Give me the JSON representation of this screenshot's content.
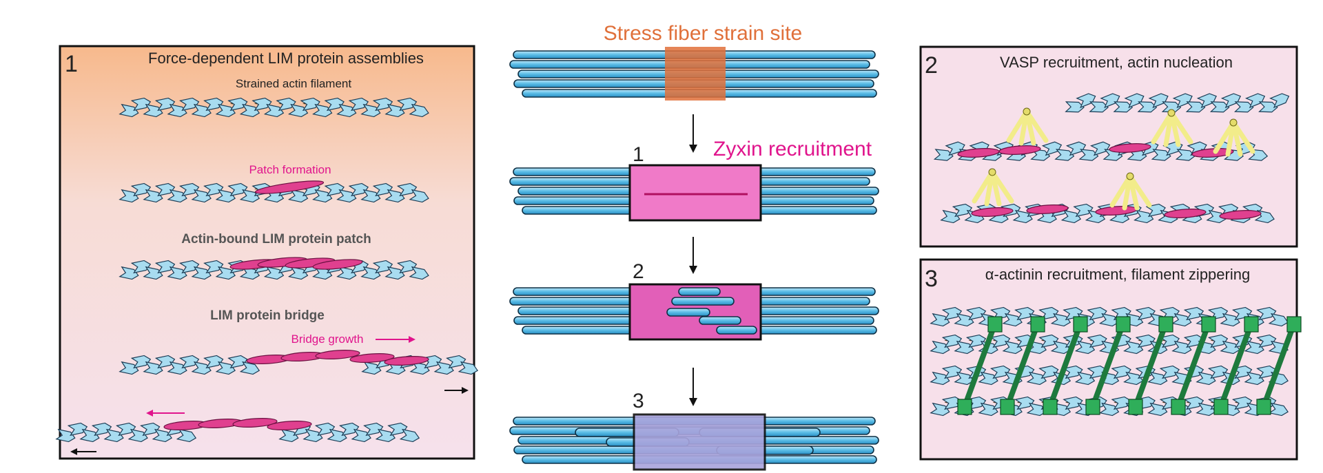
{
  "center": {
    "title": "Stress fiber strain site",
    "zyxin_label": "Zyxin recruitment",
    "step1": "1",
    "step2": "2",
    "step3": "3"
  },
  "panel1": {
    "number": "1",
    "title": "Force-dependent LIM protein assemblies",
    "strained": "Strained actin filament",
    "patch_formation": "Patch formation",
    "lim_patch": "Actin-bound LIM protein patch",
    "lim_bridge": "LIM protein bridge",
    "bridge_growth": "Bridge growth"
  },
  "panel2": {
    "number": "2",
    "title": "VASP recruitment, actin nucleation"
  },
  "panel3": {
    "number": "3",
    "title": "α-actinin recruitment, filament zippering"
  },
  "colors": {
    "actin": "#a8dcf0",
    "actin_dark": "#3aa6d6",
    "lim": "#e0408f",
    "orange": "#e0703a",
    "magenta": "#e0148c",
    "patch_pink": "#f07ac8",
    "lavender": "#a9a4dc",
    "vasp": "#f2ec8a",
    "actinin": "#2fae5a"
  }
}
